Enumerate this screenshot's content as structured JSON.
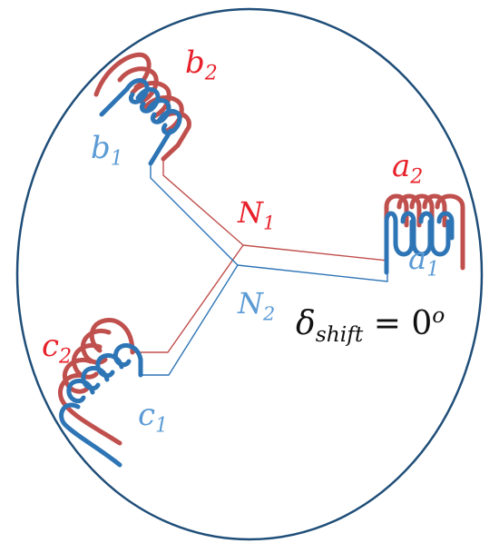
{
  "colors": {
    "outline": "#1f4e79",
    "primary": "#c0504d",
    "primary_label": "#e8202a",
    "secondary": "#2e75b6",
    "secondary_label": "#5b9bd5",
    "text": "#111111"
  },
  "labels": {
    "a2": {
      "base": "a",
      "sub": "2"
    },
    "a1": {
      "base": "a",
      "sub": "1"
    },
    "b2": {
      "base": "b",
      "sub": "2"
    },
    "b1": {
      "base": "b",
      "sub": "1"
    },
    "c2": {
      "base": "c",
      "sub": "2"
    },
    "c1": {
      "base": "c",
      "sub": "1"
    },
    "n1": {
      "base": "N",
      "sub": "1"
    },
    "n2": {
      "base": "N",
      "sub": "2"
    },
    "shift": {
      "symbol": "δ",
      "sub": "shift",
      "eq": "= 0",
      "sup": "o"
    }
  }
}
